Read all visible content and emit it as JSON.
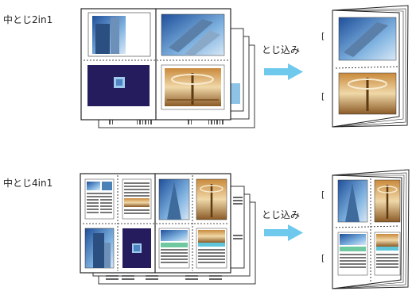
{
  "sections": [
    {
      "label": "中とじ2in1",
      "arrow_label": "とじ込み"
    },
    {
      "label": "中とじ4in1",
      "arrow_label": "とじ込み"
    }
  ],
  "colors": {
    "arrow": "#6ec9ec",
    "navy": "#241c5c",
    "line": "#222222",
    "sky": "#9cc8ea"
  }
}
